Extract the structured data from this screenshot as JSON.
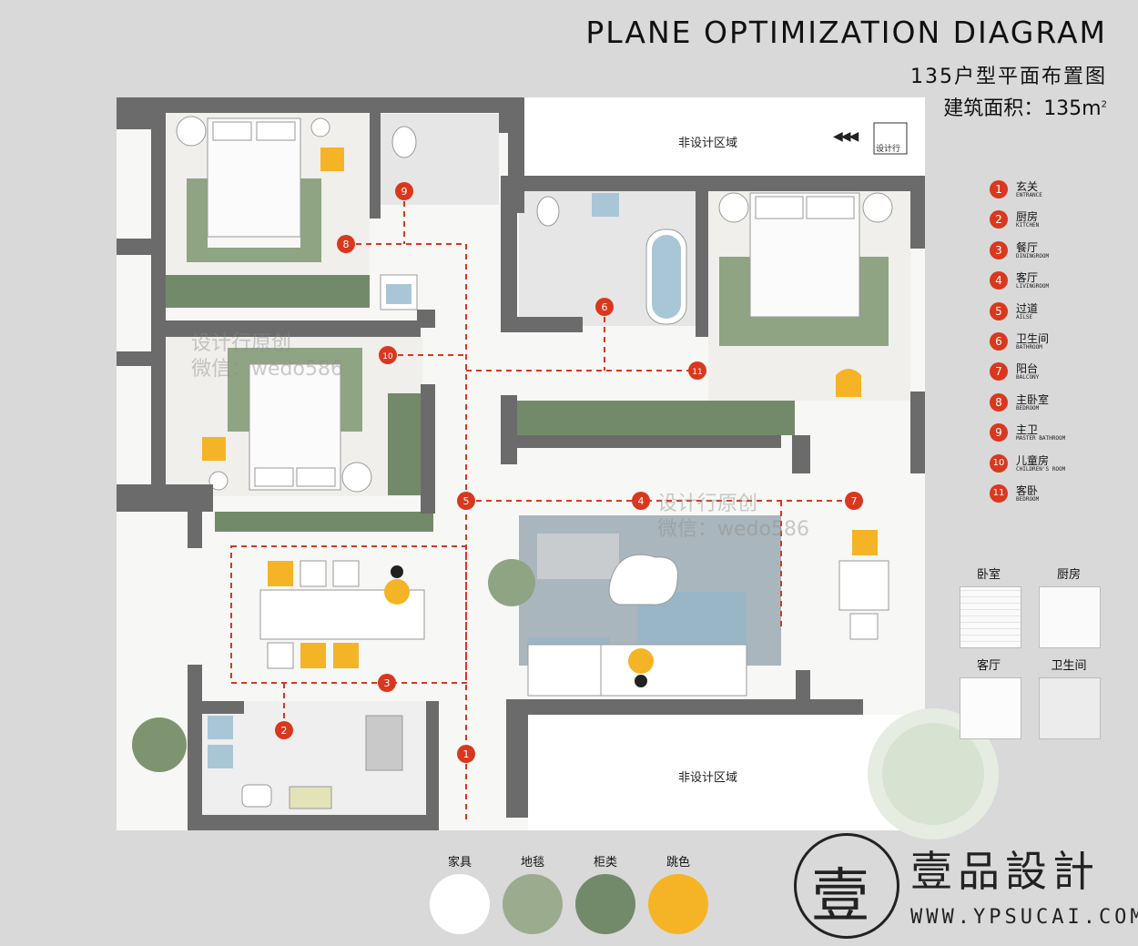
{
  "header": {
    "title": "PLANE OPTIMIZATION DIAGRAM",
    "subtitle": "135户型平面布置图",
    "area_label": "建筑面积：135m",
    "area_sup": "2"
  },
  "plan": {
    "non_design_top": "非设计区域",
    "non_design_bottom": "非设计区域",
    "north_label": "设计行",
    "arrows": "◀◀◀",
    "watermark_line1": "设计行原创",
    "watermark_line2": "微信：wedo586"
  },
  "legend": [
    {
      "num": "1",
      "cn": "玄关",
      "en": "ENTRANCE"
    },
    {
      "num": "2",
      "cn": "厨房",
      "en": "KITCHEN"
    },
    {
      "num": "3",
      "cn": "餐厅",
      "en": "DININGROOM"
    },
    {
      "num": "4",
      "cn": "客厅",
      "en": "LIVINGROOM"
    },
    {
      "num": "5",
      "cn": "过道",
      "en": "AILSE"
    },
    {
      "num": "6",
      "cn": "卫生间",
      "en": "BATHROOM"
    },
    {
      "num": "7",
      "cn": "阳台",
      "en": "BALCONY"
    },
    {
      "num": "8",
      "cn": "主卧室",
      "en": "BEDROOM"
    },
    {
      "num": "9",
      "cn": "主卫",
      "en": "MASTER BATHROOM"
    },
    {
      "num": "10",
      "cn": "儿童房",
      "en": "CHILDREN'S ROOM"
    },
    {
      "num": "11",
      "cn": "客卧",
      "en": "BEDROOM"
    }
  ],
  "materials": [
    {
      "label": "卧室"
    },
    {
      "label": "厨房"
    },
    {
      "label": "客厅"
    },
    {
      "label": "卫生间"
    }
  ],
  "swatches": [
    {
      "label": "家具",
      "color": "#ffffff"
    },
    {
      "label": "地毯",
      "color": "#9aab8e"
    },
    {
      "label": "柜类",
      "color": "#738a6a"
    },
    {
      "label": "跳色",
      "color": "#f5b425"
    }
  ],
  "brand": {
    "seal_char": "壹",
    "name": "壹品設計",
    "url": "WWW.YPSUCAI.COM"
  },
  "colors": {
    "wall": "#6b6b6b",
    "route": "#d9381e",
    "green": "#7e9470",
    "accent": "#f5b425"
  }
}
